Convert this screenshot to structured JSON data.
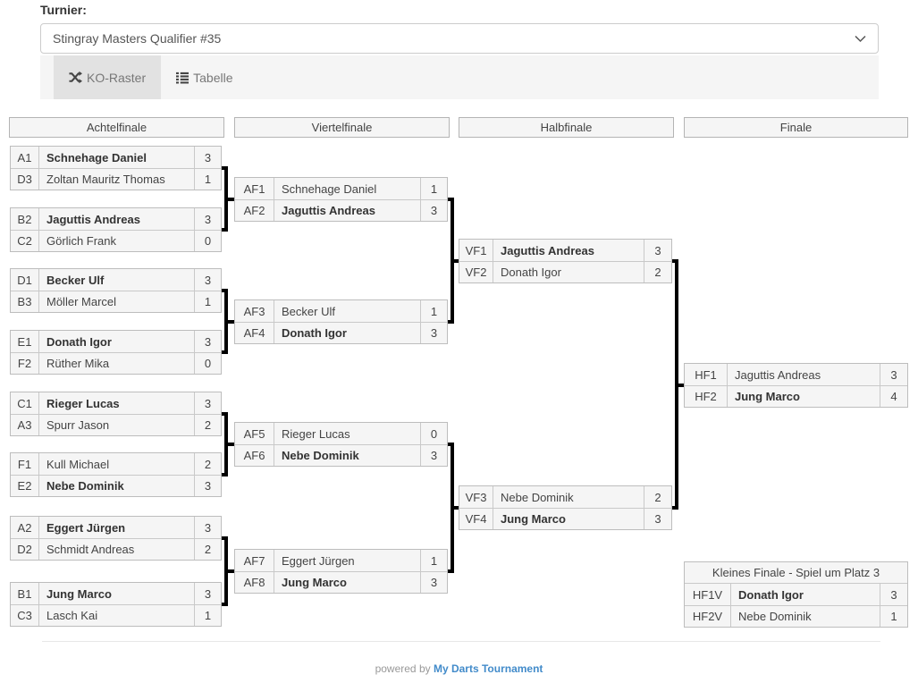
{
  "tournament_selector": {
    "label": "Turnier:",
    "selected": "Stingray Masters Qualifier #35"
  },
  "tabs": [
    {
      "label": "KO-Raster",
      "icon": "shuffle-icon",
      "active": true
    },
    {
      "label": "Tabelle",
      "icon": "list-icon",
      "active": false
    }
  ],
  "bracket": {
    "round_headers": [
      "Achtelfinale",
      "Viertelfinale",
      "Halbfinale",
      "Finale"
    ],
    "rounds": [
      {
        "key": "achtelfinale",
        "matches": [
          {
            "rows": [
              {
                "seed": "A1",
                "name": "Schnehage Daniel",
                "score": "3",
                "winner": true
              },
              {
                "seed": "D3",
                "name": "Zoltan Mauritz Thomas",
                "score": "1",
                "winner": false
              }
            ]
          },
          {
            "rows": [
              {
                "seed": "B2",
                "name": "Jaguttis Andreas",
                "score": "3",
                "winner": true
              },
              {
                "seed": "C2",
                "name": "Görlich Frank",
                "score": "0",
                "winner": false
              }
            ]
          },
          {
            "rows": [
              {
                "seed": "D1",
                "name": "Becker Ulf",
                "score": "3",
                "winner": true
              },
              {
                "seed": "B3",
                "name": "Möller Marcel",
                "score": "1",
                "winner": false
              }
            ]
          },
          {
            "rows": [
              {
                "seed": "E1",
                "name": "Donath Igor",
                "score": "3",
                "winner": true
              },
              {
                "seed": "F2",
                "name": "Rüther Mika",
                "score": "0",
                "winner": false
              }
            ]
          },
          {
            "rows": [
              {
                "seed": "C1",
                "name": "Rieger Lucas",
                "score": "3",
                "winner": true
              },
              {
                "seed": "A3",
                "name": "Spurr Jason",
                "score": "2",
                "winner": false
              }
            ]
          },
          {
            "rows": [
              {
                "seed": "F1",
                "name": "Kull Michael",
                "score": "2",
                "winner": false
              },
              {
                "seed": "E2",
                "name": "Nebe Dominik",
                "score": "3",
                "winner": true
              }
            ]
          },
          {
            "rows": [
              {
                "seed": "A2",
                "name": "Eggert Jürgen",
                "score": "3",
                "winner": true
              },
              {
                "seed": "D2",
                "name": "Schmidt Andreas",
                "score": "2",
                "winner": false
              }
            ]
          },
          {
            "rows": [
              {
                "seed": "B1",
                "name": "Jung Marco",
                "score": "3",
                "winner": true
              },
              {
                "seed": "C3",
                "name": "Lasch Kai",
                "score": "1",
                "winner": false
              }
            ]
          }
        ]
      },
      {
        "key": "viertelfinale",
        "matches": [
          {
            "rows": [
              {
                "seed": "AF1",
                "name": "Schnehage Daniel",
                "score": "1",
                "winner": false
              },
              {
                "seed": "AF2",
                "name": "Jaguttis Andreas",
                "score": "3",
                "winner": true
              }
            ]
          },
          {
            "rows": [
              {
                "seed": "AF3",
                "name": "Becker Ulf",
                "score": "1",
                "winner": false
              },
              {
                "seed": "AF4",
                "name": "Donath Igor",
                "score": "3",
                "winner": true
              }
            ]
          },
          {
            "rows": [
              {
                "seed": "AF5",
                "name": "Rieger Lucas",
                "score": "0",
                "winner": false
              },
              {
                "seed": "AF6",
                "name": "Nebe Dominik",
                "score": "3",
                "winner": true
              }
            ]
          },
          {
            "rows": [
              {
                "seed": "AF7",
                "name": "Eggert Jürgen",
                "score": "1",
                "winner": false
              },
              {
                "seed": "AF8",
                "name": "Jung Marco",
                "score": "3",
                "winner": true
              }
            ]
          }
        ]
      },
      {
        "key": "halbfinale",
        "matches": [
          {
            "rows": [
              {
                "seed": "VF1",
                "name": "Jaguttis Andreas",
                "score": "3",
                "winner": true
              },
              {
                "seed": "VF2",
                "name": "Donath Igor",
                "score": "2",
                "winner": false
              }
            ]
          },
          {
            "rows": [
              {
                "seed": "VF3",
                "name": "Nebe Dominik",
                "score": "2",
                "winner": false
              },
              {
                "seed": "VF4",
                "name": "Jung Marco",
                "score": "3",
                "winner": true
              }
            ]
          }
        ]
      },
      {
        "key": "finale",
        "matches": [
          {
            "rows": [
              {
                "seed": "HF1",
                "name": "Jaguttis Andreas",
                "score": "3",
                "winner": false
              },
              {
                "seed": "HF2",
                "name": "Jung Marco",
                "score": "4",
                "winner": true
              }
            ]
          }
        ]
      }
    ],
    "third_place": {
      "title": "Kleines Finale - Spiel um Platz 3",
      "rows": [
        {
          "seed": "HF1V",
          "name": "Donath Igor",
          "score": "3",
          "winner": true
        },
        {
          "seed": "HF2V",
          "name": "Nebe Dominik",
          "score": "1",
          "winner": false
        }
      ]
    }
  },
  "footer": {
    "prefix": "powered by ",
    "link_text": "My Darts Tournament"
  },
  "colors": {
    "link_blue": "#428bca",
    "connector_black": "#000000",
    "cell_background": "#f5f5f5"
  }
}
